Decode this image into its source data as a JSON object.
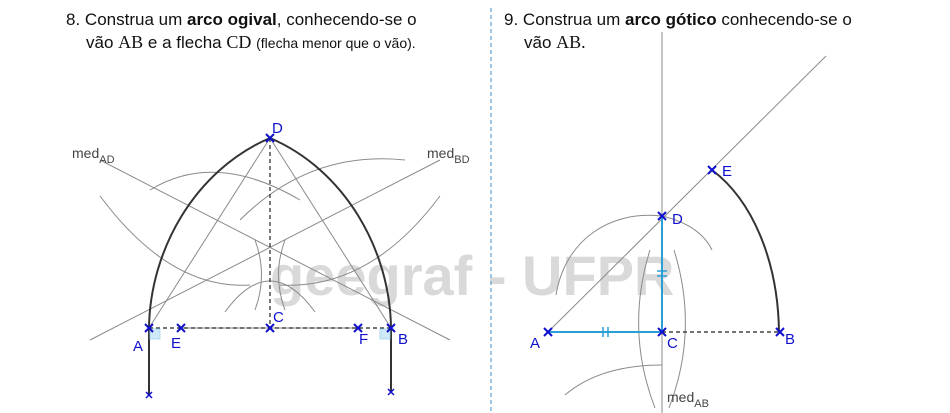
{
  "exercise8": {
    "number": "8.",
    "text_before": "Construa um",
    "bold": "arco ogival",
    "text_after": ", conhecendo-se o",
    "line2_prefix": "vão",
    "segment1": "AB",
    "line2_mid": "e a flecha",
    "segment2": "CD",
    "note": "(flecha menor que o vão)."
  },
  "exercise9": {
    "number": "9.",
    "text_before": "Construa um",
    "bold": "arco gótico",
    "text_after": "conhecendo-se o",
    "line2_prefix": "vão",
    "segment": "AB."
  },
  "figure8": {
    "points": {
      "A": "A",
      "B": "B",
      "C": "C",
      "D": "D",
      "E": "E",
      "F": "F"
    },
    "med_ad": {
      "base": "med",
      "sub": "AD"
    },
    "med_bd": {
      "base": "med",
      "sub": "BD"
    }
  },
  "figure9": {
    "points": {
      "A": "A",
      "B": "B",
      "C": "C",
      "D": "D",
      "E": "E"
    },
    "med_ab": {
      "base": "med",
      "sub": "AB"
    }
  },
  "watermark": "geegraf - UFPR",
  "colors": {
    "construction": "#8a8a8a",
    "arc": "#333333",
    "point": "#1010cc",
    "highlight": "#2a9fd6",
    "divider": "#6aa8d8",
    "watermark": "#d9d9d9"
  }
}
